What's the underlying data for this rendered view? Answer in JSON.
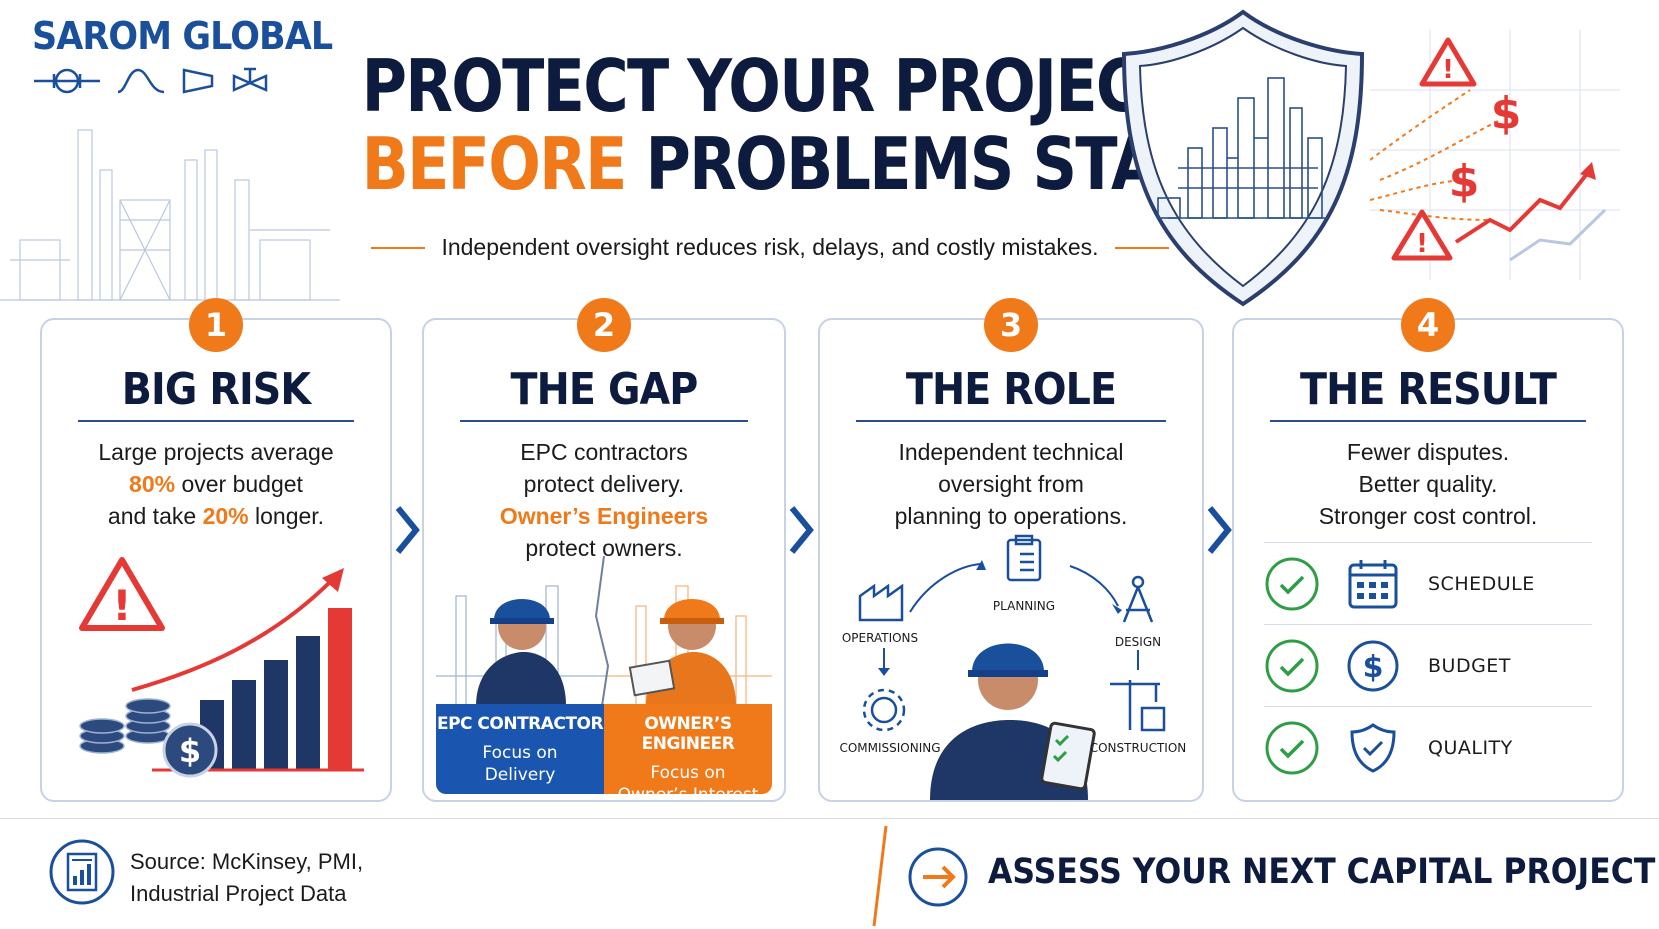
{
  "brand": {
    "name": "SAROM GLOBAL"
  },
  "headline": {
    "line1": "PROTECT YOUR PROJECT",
    "line2_accent": "BEFORE",
    "line2_rest": " PROBLEMS START",
    "subtitle": "Independent oversight reduces risk, delays, and costly mistakes."
  },
  "colors": {
    "navy": "#0d1b3e",
    "blue": "#1a4f9c",
    "orange": "#f07a1a",
    "red": "#e53935",
    "green": "#2e9e45"
  },
  "cards": [
    {
      "number": "1",
      "title": "BIG RISK",
      "body_line1": "Large projects average",
      "body_pct1": "80%",
      "body_line2": " over budget",
      "body_line3a": "and take ",
      "body_pct2": "20%",
      "body_line3b": " longer.",
      "icon": "warning-icon"
    },
    {
      "number": "2",
      "title": "THE GAP",
      "body_line1": "EPC contractors",
      "body_line2": "protect delivery.",
      "body_highlight": "Owner’s Engineers",
      "body_line4": "protect owners.",
      "left_title": "EPC CONTRACTOR",
      "left_sub1": "Focus on",
      "left_sub2": "Delivery",
      "right_title": "OWNER’S ENGINEER",
      "right_sub1": "Focus on",
      "right_sub2": "Owner’s Interest"
    },
    {
      "number": "3",
      "title": "THE ROLE",
      "body_line1": "Independent technical",
      "body_line2": "oversight from",
      "body_line3": "planning to operations.",
      "cycle": [
        "PLANNING",
        "DESIGN",
        "CONSTRUCTION",
        "COMMISSIONING",
        "OPERATIONS"
      ]
    },
    {
      "number": "4",
      "title": "THE RESULT",
      "body_line1": "Fewer disputes.",
      "body_line2": "Better quality.",
      "body_line3": "Stronger cost control.",
      "results": [
        {
          "label": "SCHEDULE",
          "icon": "calendar-icon"
        },
        {
          "label": "BUDGET",
          "icon": "dollar-icon"
        },
        {
          "label": "QUALITY",
          "icon": "shield-check-icon"
        }
      ]
    }
  ],
  "footer": {
    "source_line1": "Source: McKinsey, PMI,",
    "source_line2": "Industrial Project Data",
    "cta": "ASSESS YOUR NEXT CAPITAL PROJECT"
  }
}
